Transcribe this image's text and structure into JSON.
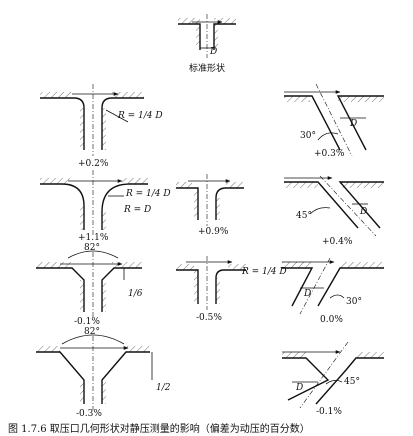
{
  "figure": {
    "caption": "图 1.7.6  取压口几何形状对静压测量的影响（偏差为动压的百分数）"
  },
  "labels": {
    "standard": "标准形状",
    "D": "D",
    "r_quarter_D": "R = 1/4 D",
    "r_quarter": "R =",
    "quarter": "1/4",
    "r_D": "R = D",
    "deg30": "30°",
    "deg45": "45°",
    "deg82": "82°",
    "frac_1_6": "1/6",
    "frac_1_2": "1/2"
  },
  "deviations": {
    "a": "+0.2%",
    "b": "+0.3%",
    "c": "+1.1%",
    "d": "+0.9%",
    "e": "+0.4%",
    "f": "-0.1%",
    "g": "-0.5%",
    "h": "0.0%",
    "i": "-0.3%",
    "j": "-0.1%"
  }
}
